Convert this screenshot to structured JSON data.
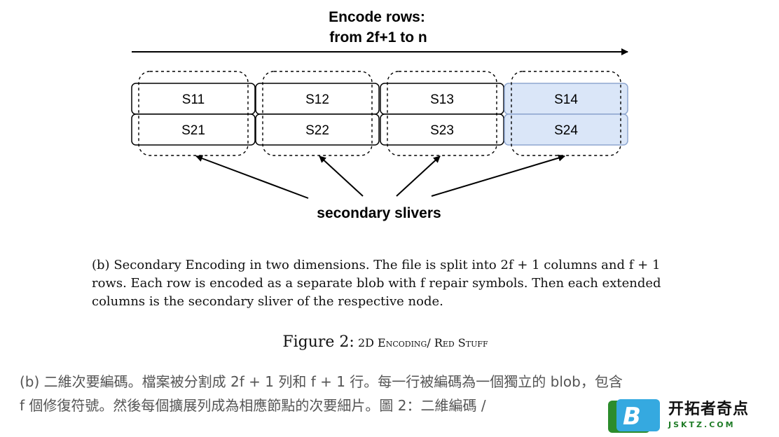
{
  "diagram": {
    "title_line1": "Encode rows:",
    "title_line2": "from 2f+1 to n",
    "cells": [
      [
        "S11",
        "S12",
        "S13",
        "S14"
      ],
      [
        "S21",
        "S22",
        "S23",
        "S24"
      ]
    ],
    "highlight_fill": "#dae6f8",
    "highlight_stroke": "#8ea6cf",
    "bottom_label": "secondary slivers"
  },
  "caption": {
    "label": "(b)",
    "text": "Secondary Encoding in two dimensions. The file is split into 2f + 1 columns and f + 1 rows. Each row is encoded as a separate blob with f repair symbols. Then each extended columns is the secondary sliver of the respective node."
  },
  "figure": {
    "label": "Figure 2:",
    "description": "2D Encoding/ Red Stuff"
  },
  "translation": {
    "line1": "(b) 二維次要編碼。檔案被分割成 2f + 1 列和 f + 1 行。每一行被編碼為一個獨立的 blob，包含",
    "line2": "f 個修復符號。然後每個擴展列成為相應節點的次要細片。圖 2：二維編碼 /"
  },
  "watermark": {
    "logo_letter": "B",
    "main": "开拓者奇点",
    "sub": "JSKTZ.COM"
  }
}
